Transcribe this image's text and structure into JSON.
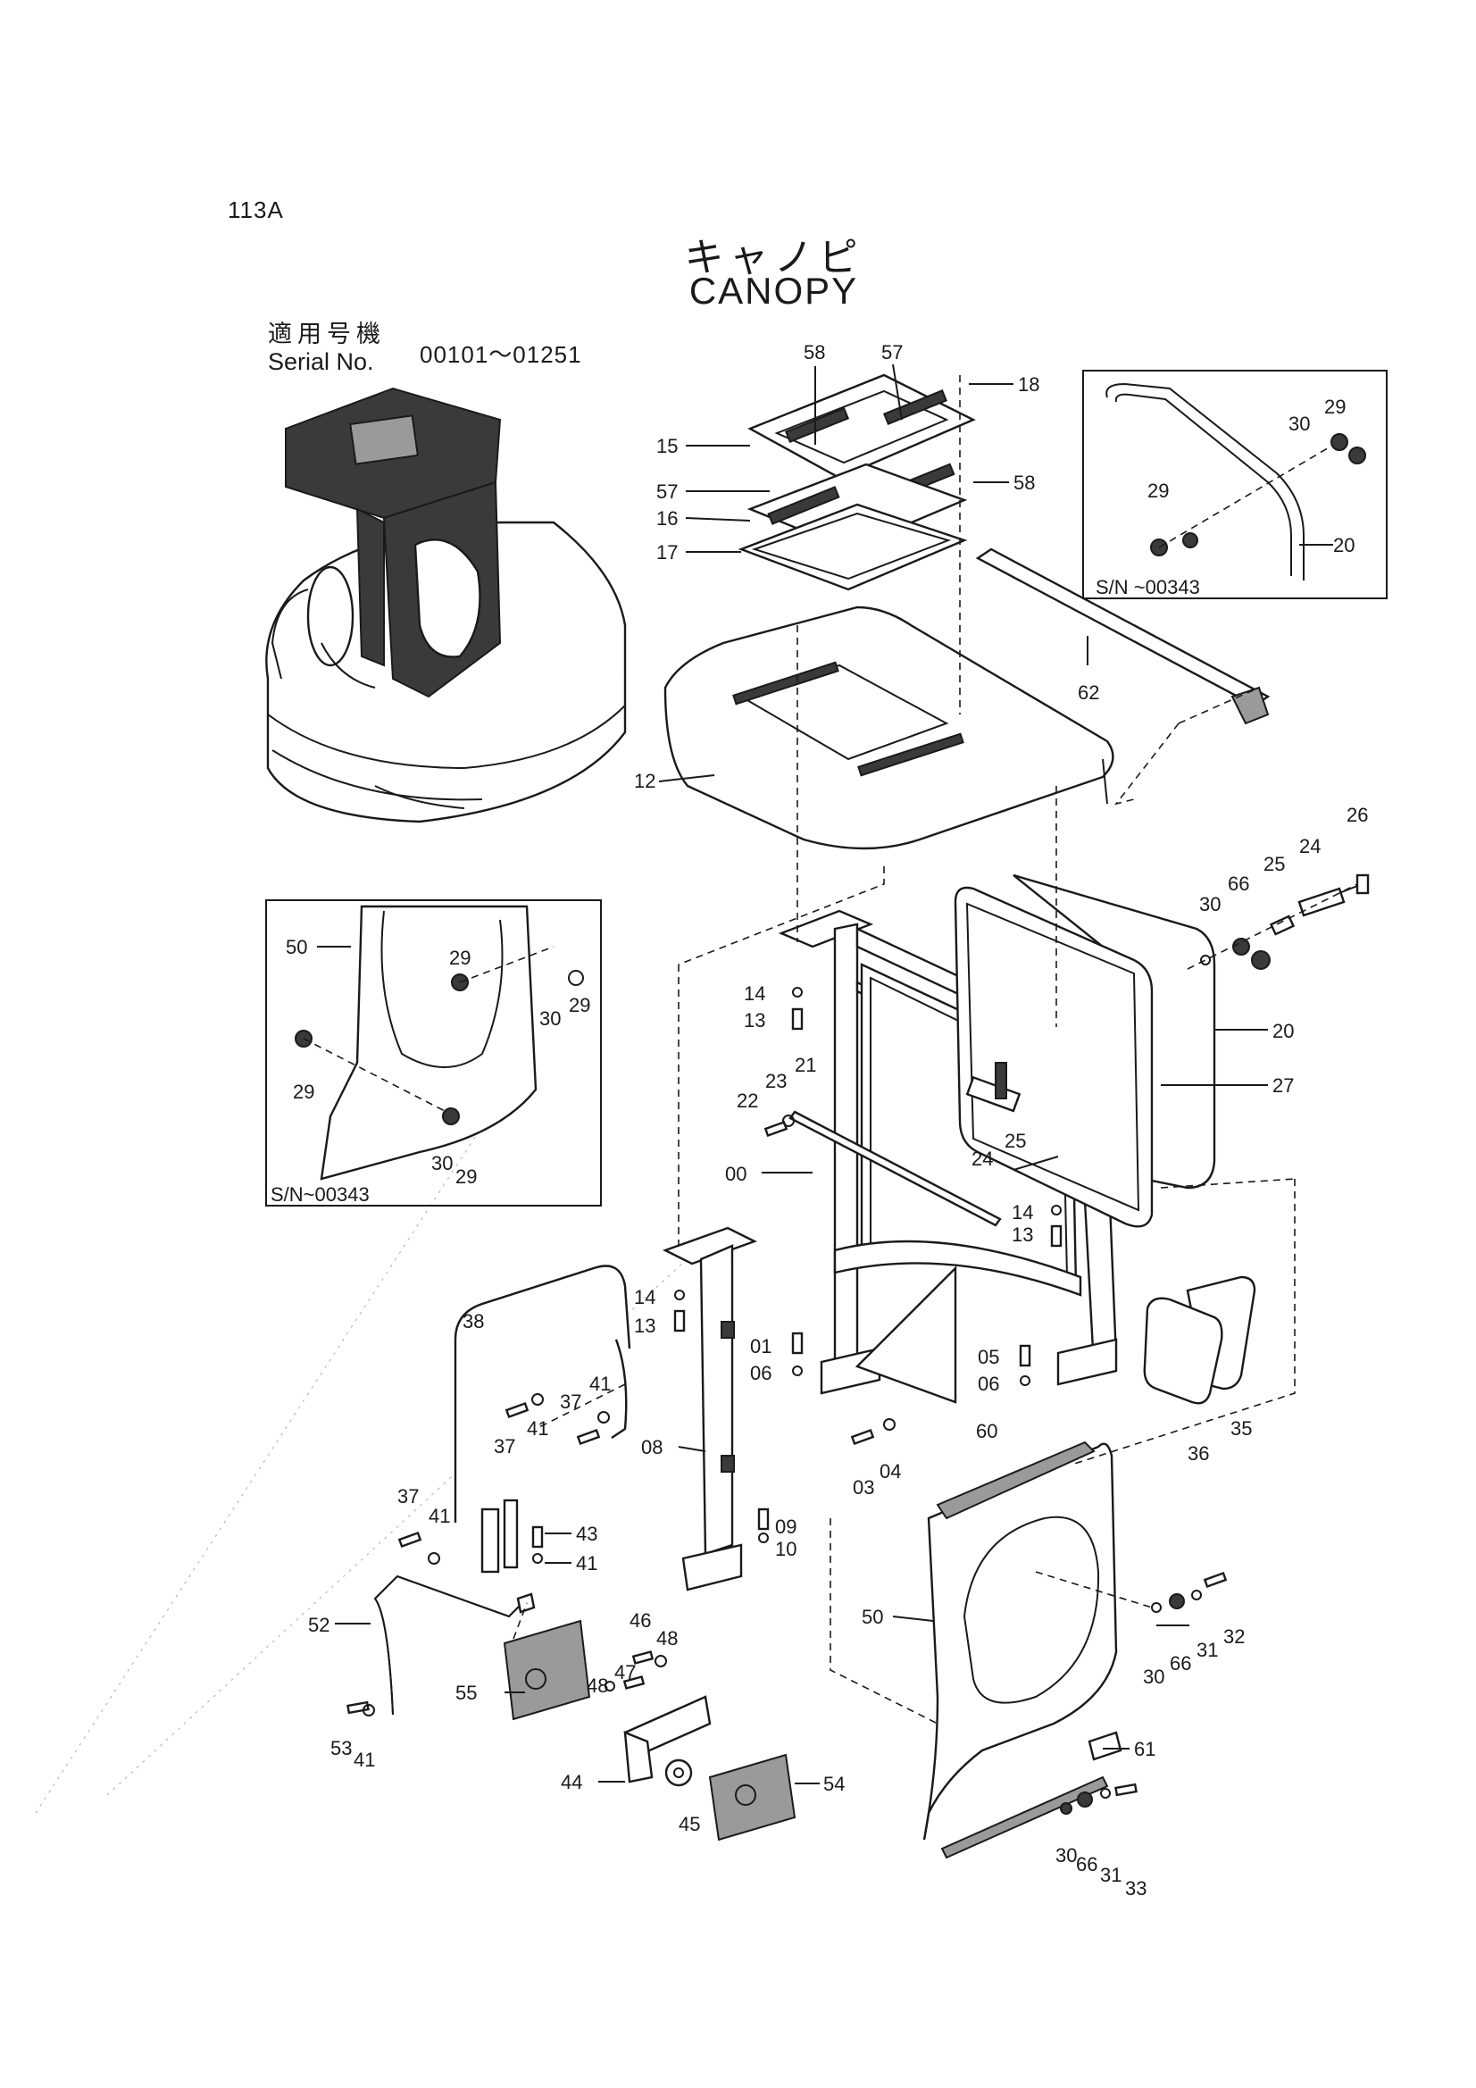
{
  "page_code": "113A",
  "title": {
    "japanese": "キャノピ",
    "english": "CANOPY"
  },
  "serial": {
    "label_jp": "適用号機",
    "label_en": "Serial No.",
    "range": "00101～01251"
  },
  "insets": {
    "glass_detail": {
      "note": "S/N ~00343"
    },
    "cover_detail": {
      "note": "S/N~00343"
    }
  },
  "callouts": [
    {
      "id": "c-58a",
      "text": "58"
    },
    {
      "id": "c-57a",
      "text": "57"
    },
    {
      "id": "c-18",
      "text": "18"
    },
    {
      "id": "c-15",
      "text": "15"
    },
    {
      "id": "c-57b",
      "text": "57"
    },
    {
      "id": "c-58b",
      "text": "58"
    },
    {
      "id": "c-16",
      "text": "16"
    },
    {
      "id": "c-17",
      "text": "17"
    },
    {
      "id": "c-12",
      "text": "12"
    },
    {
      "id": "c-62",
      "text": "62"
    },
    {
      "id": "c-ins-30",
      "text": "30"
    },
    {
      "id": "c-ins-29a",
      "text": "29"
    },
    {
      "id": "c-ins-29b",
      "text": "29"
    },
    {
      "id": "c-ins-20",
      "text": "20"
    },
    {
      "id": "c-26",
      "text": "26"
    },
    {
      "id": "c-24a",
      "text": "24"
    },
    {
      "id": "c-25a",
      "text": "25"
    },
    {
      "id": "c-66a",
      "text": "66"
    },
    {
      "id": "c-30a",
      "text": "30"
    },
    {
      "id": "c-20",
      "text": "20"
    },
    {
      "id": "c-27",
      "text": "27"
    },
    {
      "id": "c-14a",
      "text": "14"
    },
    {
      "id": "c-13a",
      "text": "13"
    },
    {
      "id": "c-22",
      "text": "22"
    },
    {
      "id": "c-23",
      "text": "23"
    },
    {
      "id": "c-21",
      "text": "21"
    },
    {
      "id": "c-00",
      "text": "00"
    },
    {
      "id": "c-24b",
      "text": "24"
    },
    {
      "id": "c-25b",
      "text": "25"
    },
    {
      "id": "c-14b",
      "text": "14"
    },
    {
      "id": "c-13b",
      "text": "13"
    },
    {
      "id": "c-l50",
      "text": "50"
    },
    {
      "id": "c-l29a",
      "text": "29"
    },
    {
      "id": "c-l30a",
      "text": "30"
    },
    {
      "id": "c-l29b",
      "text": "29"
    },
    {
      "id": "c-l29c",
      "text": "29"
    },
    {
      "id": "c-l30b",
      "text": "30"
    },
    {
      "id": "c-l29d",
      "text": "29"
    },
    {
      "id": "c-14c",
      "text": "14"
    },
    {
      "id": "c-13c",
      "text": "13"
    },
    {
      "id": "c-38",
      "text": "38"
    },
    {
      "id": "c-01",
      "text": "01"
    },
    {
      "id": "c-06a",
      "text": "06"
    },
    {
      "id": "c-05",
      "text": "05"
    },
    {
      "id": "c-06b",
      "text": "06"
    },
    {
      "id": "c-36",
      "text": "36"
    },
    {
      "id": "c-35",
      "text": "35"
    },
    {
      "id": "c-37a",
      "text": "37"
    },
    {
      "id": "c-41a",
      "text": "41"
    },
    {
      "id": "c-37b",
      "text": "37"
    },
    {
      "id": "c-41b",
      "text": "41"
    },
    {
      "id": "c-08",
      "text": "08"
    },
    {
      "id": "c-03",
      "text": "03"
    },
    {
      "id": "c-04",
      "text": "04"
    },
    {
      "id": "c-60",
      "text": "60"
    },
    {
      "id": "c-37c",
      "text": "37"
    },
    {
      "id": "c-41c",
      "text": "41"
    },
    {
      "id": "c-43",
      "text": "43"
    },
    {
      "id": "c-41d",
      "text": "41"
    },
    {
      "id": "c-09",
      "text": "09"
    },
    {
      "id": "c-10",
      "text": "10"
    },
    {
      "id": "c-52",
      "text": "52"
    },
    {
      "id": "c-50",
      "text": "50"
    },
    {
      "id": "c-30b",
      "text": "30"
    },
    {
      "id": "c-66b",
      "text": "66"
    },
    {
      "id": "c-31a",
      "text": "31"
    },
    {
      "id": "c-32",
      "text": "32"
    },
    {
      "id": "c-46",
      "text": "46"
    },
    {
      "id": "c-48a",
      "text": "48"
    },
    {
      "id": "c-47",
      "text": "47"
    },
    {
      "id": "c-48b",
      "text": "48"
    },
    {
      "id": "c-55",
      "text": "55"
    },
    {
      "id": "c-53",
      "text": "53"
    },
    {
      "id": "c-41e",
      "text": "41"
    },
    {
      "id": "c-44",
      "text": "44"
    },
    {
      "id": "c-45",
      "text": "45"
    },
    {
      "id": "c-54",
      "text": "54"
    },
    {
      "id": "c-61",
      "text": "61"
    },
    {
      "id": "c-30c",
      "text": "30"
    },
    {
      "id": "c-66c",
      "text": "66"
    },
    {
      "id": "c-31b",
      "text": "31"
    },
    {
      "id": "c-33",
      "text": "33"
    }
  ]
}
